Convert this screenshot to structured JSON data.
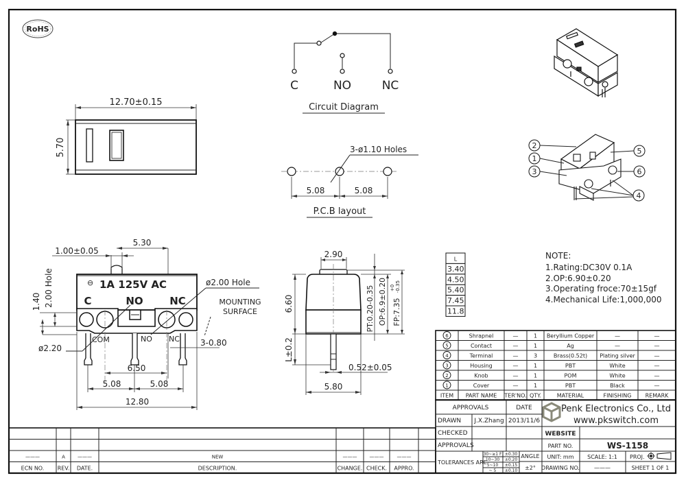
{
  "rohs": "RoHS",
  "top_view": {
    "width_dim": "12.70±0.15",
    "height_dim": "5.70"
  },
  "circuit": {
    "terminals": [
      "C",
      "NO",
      "NC"
    ],
    "title": "Circuit Diagram"
  },
  "pcb": {
    "holes_label": "3-ø1.10  Holes",
    "pitch_left": "5.08",
    "pitch_right": "5.08",
    "title": "P.C.B  layout"
  },
  "front_view": {
    "dim_actuator": "1.00±0.05",
    "dim_offset": "5.30",
    "dim_hole_height": "2.00  Hole",
    "dim_140": "1.40",
    "rating_text": "1A 125V AC",
    "label_c": "C",
    "label_no": "NO",
    "label_nc": "NC",
    "hole_label": "ø2.00  Hole",
    "mounting_surface": [
      "MOUNTING",
      "SURFACE"
    ],
    "pin_com": "COM",
    "pin_no": "NO",
    "pin_nc": "NC",
    "pin_width": "3-0.80",
    "dia_220": "ø2.20",
    "dim_650": "6.50",
    "pitch_left": "5.08",
    "pitch_right": "5.08",
    "overall": "12.80"
  },
  "side_view": {
    "dim_top": "2.90",
    "dim_height": "6.60",
    "dim_L": "L±0.2",
    "pin_width": "0.52±0.05",
    "overall_width": "5.80",
    "pt": "PT:0.20-0.35",
    "op": "OP:6.9±0.20",
    "fp": "FP:7.35",
    "fp_tol_plus": "+0",
    "fp_tol_minus": "-0.35"
  },
  "l_table": {
    "header": "L",
    "values": [
      "3.40",
      "4.50",
      "5.40",
      "7.45",
      "11.8"
    ]
  },
  "notes": {
    "title": "NOTE:",
    "items": [
      "1.Rating:DC30V  0.1A",
      "2.OP:6.90±0.20",
      "3.Operating  froce:70±15gf",
      "4.Mechanical  Life:1,000,000"
    ]
  },
  "iso_callouts": [
    "1",
    "2",
    "3",
    "4",
    "5",
    "6"
  ],
  "bom": {
    "headers": [
      "ITEM",
      "PART NAME",
      "TER'NO.",
      "QTY.",
      "MATERIAL",
      "FINISHING",
      "REMARK"
    ],
    "rows": [
      {
        "item": "6",
        "name": "Shrapnel",
        "ter": "—",
        "qty": "1",
        "material": "Beryllium  Copper",
        "finishing": "—",
        "remark": "—"
      },
      {
        "item": "5",
        "name": "Contact",
        "ter": "—",
        "qty": "1",
        "material": "Ag",
        "finishing": "—",
        "remark": "—"
      },
      {
        "item": "4",
        "name": "Terminal",
        "ter": "—",
        "qty": "3",
        "material": "Brass(0.52t)",
        "finishing": "Plating  silver",
        "remark": "—"
      },
      {
        "item": "3",
        "name": "Housing",
        "ter": "—",
        "qty": "1",
        "material": "PBT",
        "finishing": "White",
        "remark": "—"
      },
      {
        "item": "2",
        "name": "Knob",
        "ter": "—",
        "qty": "1",
        "material": "POM",
        "finishing": "White",
        "remark": "—"
      },
      {
        "item": "1",
        "name": "Cover",
        "ter": "—",
        "qty": "1",
        "material": "PBT",
        "finishing": "Black",
        "remark": "—"
      }
    ]
  },
  "title_block": {
    "approvals_header": "APPROVALS",
    "date_header": "DATE",
    "drawn_label": "DRAWN",
    "drawn_by": "J.X.Zhang",
    "drawn_date": "2013/11/6",
    "checked_label": "CHECKED",
    "approvals_label": "APPROVALS",
    "tolerances_label": "TOLERANCES  ARE",
    "tol_ranges": [
      "30~≥1 F",
      "10~30",
      "5~10",
      "~ 5"
    ],
    "tol_values": [
      "±0.30",
      "±0.20",
      "±0.15",
      "±0.10"
    ],
    "angle_label": "ANGLE",
    "angle_value": "±2°",
    "company": "Penk Electronics Co., Ltd",
    "website_url": "www.pkswitch.com",
    "website_label": "WEBSITE",
    "part_no_label": "PART  NO.",
    "part_no": "WS-1158",
    "unit_label": "UNIT:  mm",
    "scale_label": "SCALE:   1:1",
    "proj_label": "PROJ.",
    "drawing_no_label": "DRAWING  NO.",
    "drawing_no": "———",
    "sheet_label": "SHEET   1  OF  1",
    "brand_color": "#8a8a7a"
  },
  "revision": {
    "row": {
      "ecn": "———",
      "rev": "A",
      "date": "———",
      "desc": "NEW",
      "change": "———",
      "check": "———",
      "appro": "———"
    },
    "headers": [
      "ECN  NO.",
      "REV.",
      "DATE.",
      "DESCRIPTION.",
      "CHANGE.",
      "CHECK.",
      "APPRO."
    ]
  }
}
